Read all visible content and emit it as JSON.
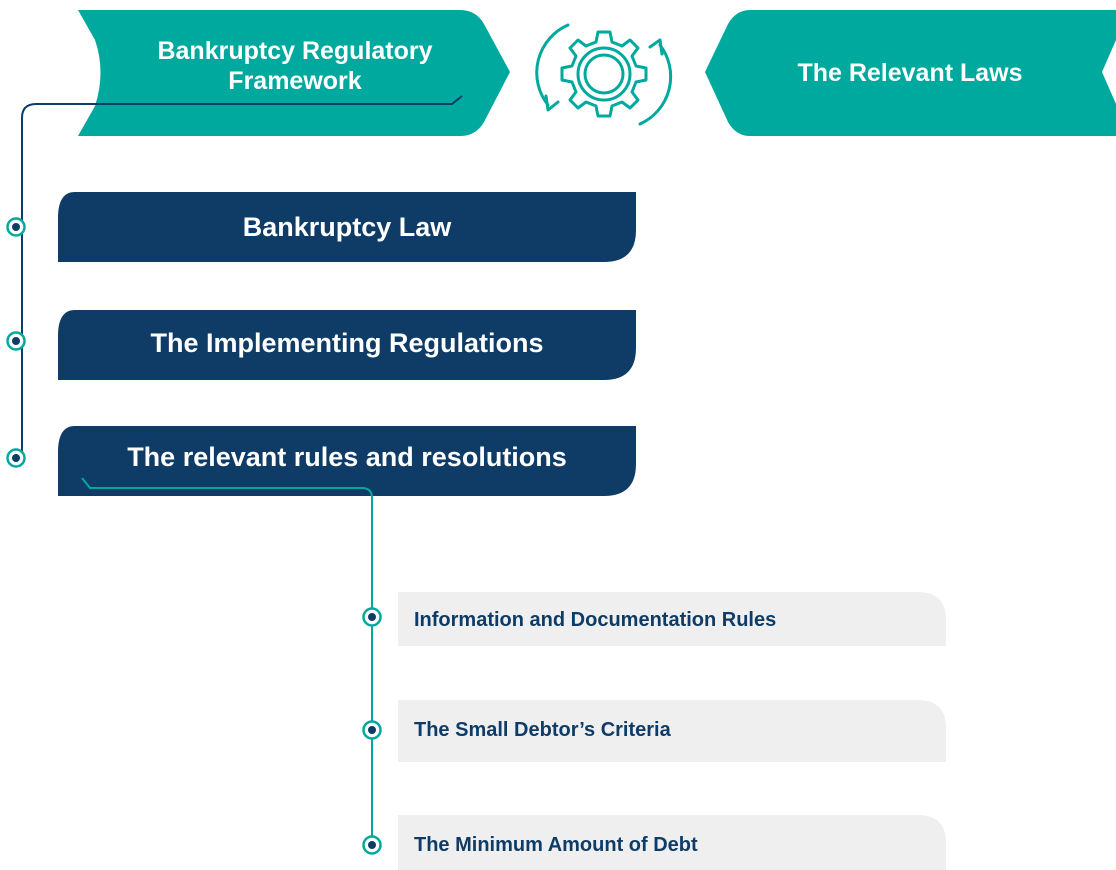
{
  "header": {
    "left_title": "Bankruptcy Regulatory Framework",
    "right_title": "The Relevant Laws",
    "center_icon": "gear-cycle-icon"
  },
  "main_items": [
    {
      "label": "Bankruptcy Law"
    },
    {
      "label": "The Implementing Regulations"
    },
    {
      "label": "The relevant rules and resolutions"
    }
  ],
  "sub_items": [
    {
      "label": "Information and Documentation Rules"
    },
    {
      "label": "The Small Debtor’s Criteria"
    },
    {
      "label": "The Minimum Amount of Debt"
    }
  ],
  "colors": {
    "teal": "#00a99d",
    "navy": "#0e3c66",
    "light_gray": "#efefef"
  }
}
